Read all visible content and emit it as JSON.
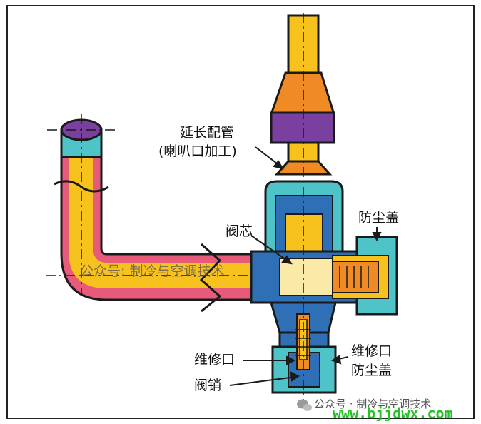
{
  "labels": {
    "extension_pipe": "延长配管",
    "flare_note": "(喇叭口加工)",
    "dust_cap_top": "防尘盖",
    "valve_core": "阀芯",
    "service_port": "维修口",
    "service_dust_cap_line1": "维修口",
    "service_dust_cap_line2": "防尘盖",
    "valve_pin": "阀销"
  },
  "watermark": {
    "center_text": "公众号: 制冷与空调技术",
    "bottom_text": "公众号 · 制冷与空调技术",
    "site": "www.bjjdwx.com"
  },
  "colors": {
    "outline": "#1a1a1a",
    "pipe_yellow": "#f7c21e",
    "pipe_pink": "#e85a7a",
    "pipe_orange": "#f08a24",
    "body_teal": "#4fc4c8",
    "body_blue": "#2e6fb6",
    "purple": "#7b3fa0",
    "cream": "#fbe9a8",
    "site_green": "#22c322"
  },
  "icons": [
    "wechat-icon"
  ]
}
